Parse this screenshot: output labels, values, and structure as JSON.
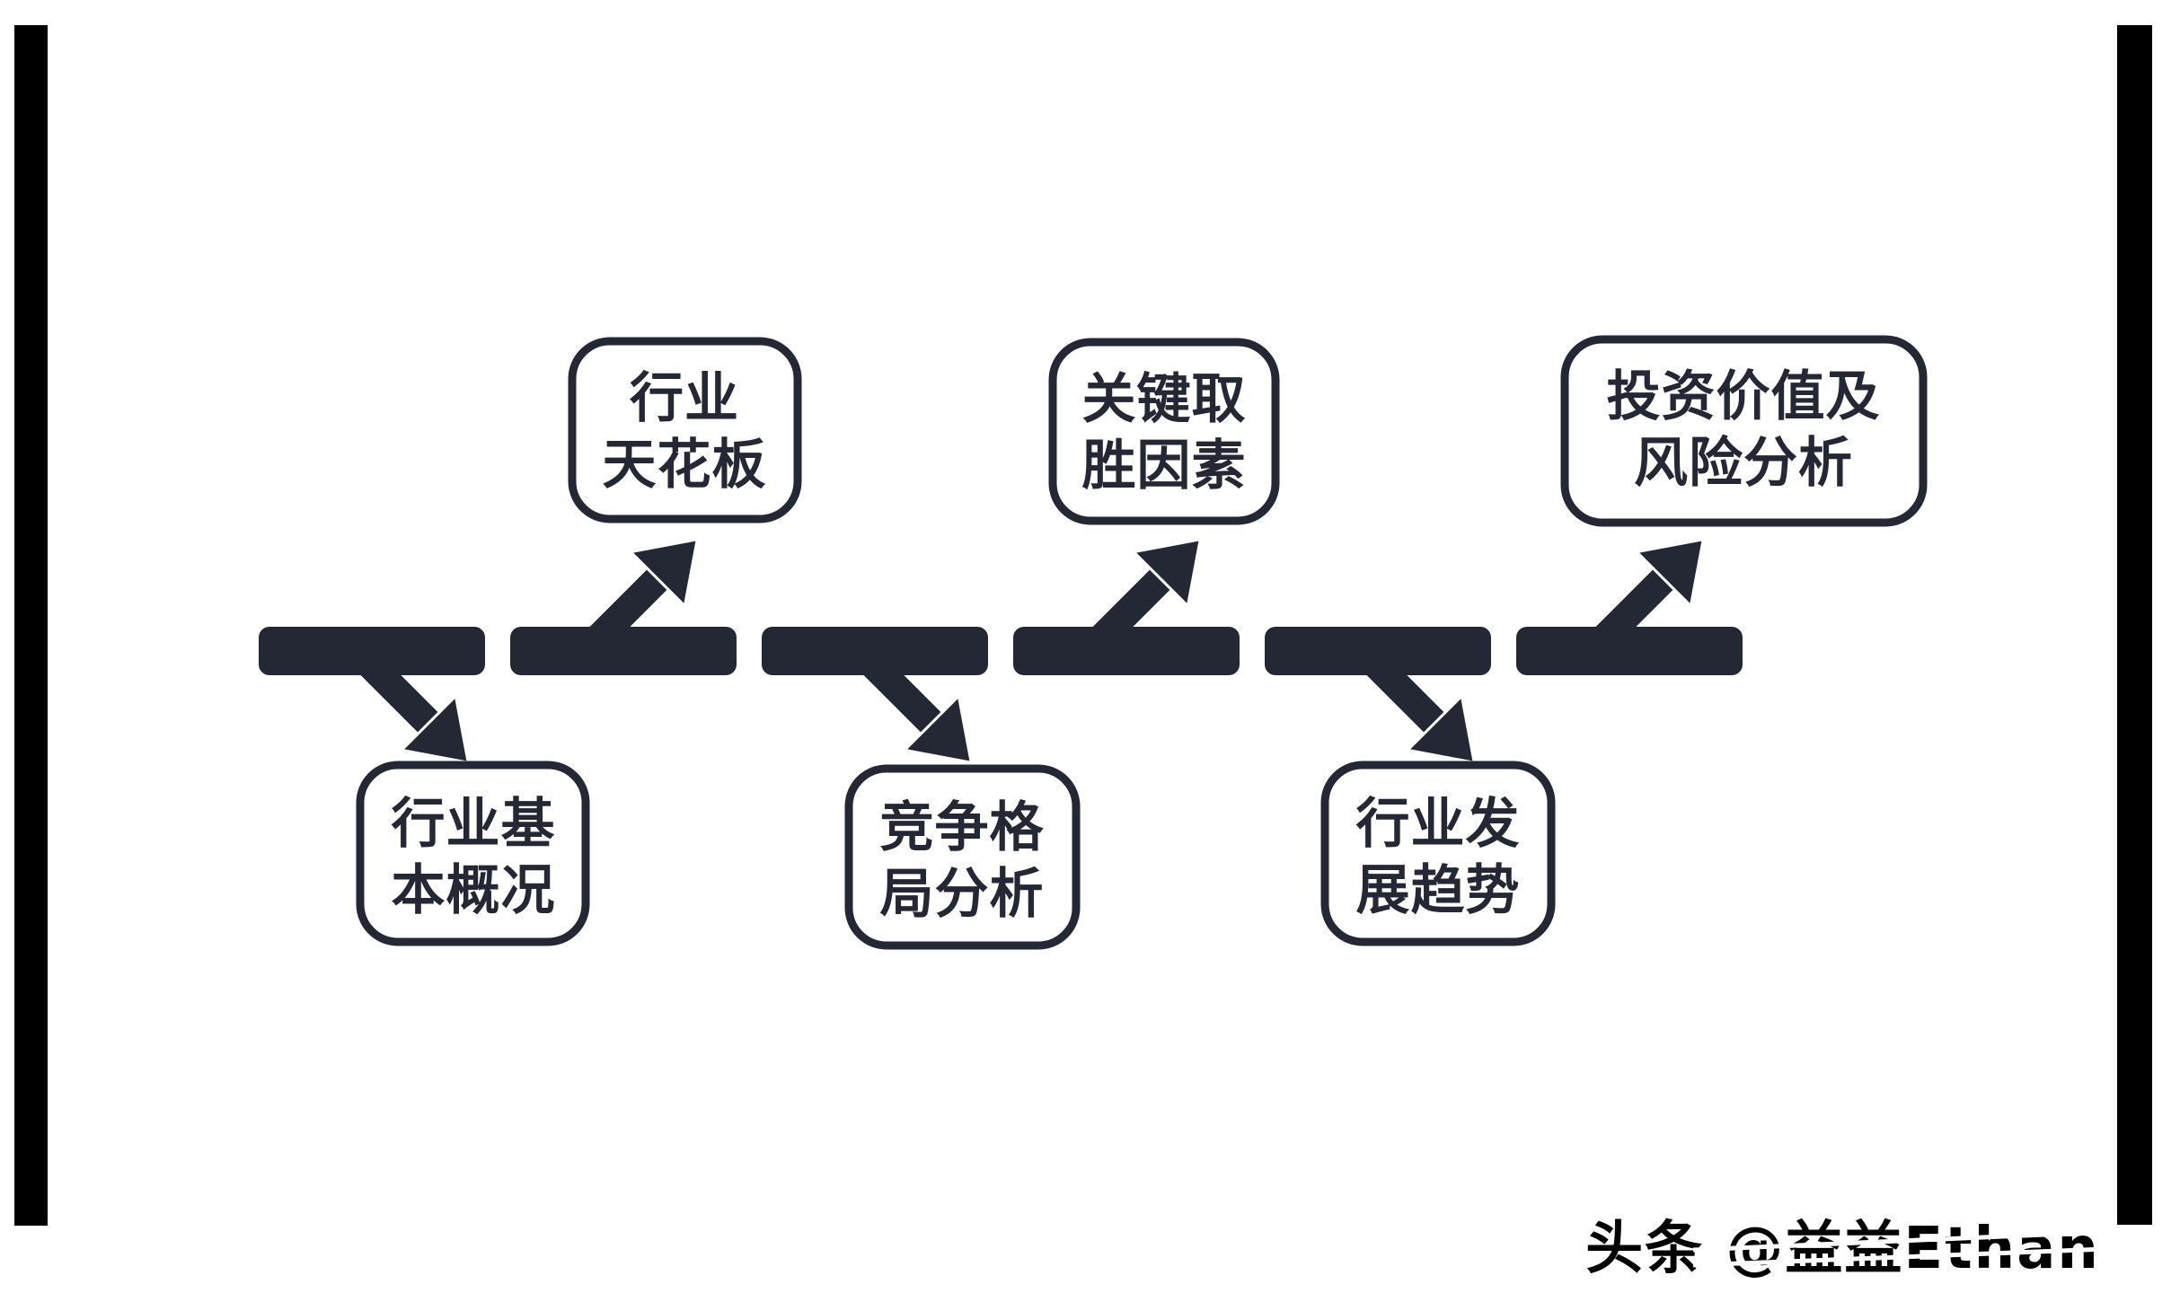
{
  "diagram": {
    "type": "alternating-timeline-flow",
    "steps": [
      {
        "label": "行业基本概况",
        "line1": "行业基",
        "line2": "本概况",
        "position": "below-timeline"
      },
      {
        "label": "行业天花板",
        "line1": "行业",
        "line2": "天花板",
        "position": "above-timeline"
      },
      {
        "label": "竞争格局分析",
        "line1": "竞争格",
        "line2": "局分析",
        "position": "below-timeline"
      },
      {
        "label": "关键取胜因素",
        "line1": "关键取",
        "line2": "胜因素",
        "position": "above-timeline"
      },
      {
        "label": "行业发展趋势",
        "line1": "行业发",
        "line2": "展趋势",
        "position": "below-timeline"
      },
      {
        "label": "投资价值及风险分析",
        "line1": "投资价值及",
        "line2": "风险分析",
        "position": "above-timeline"
      }
    ],
    "timeline_segments": 6,
    "colors": {
      "ink": "#232834",
      "frame_bars": "#000000",
      "background": "#ffffff"
    }
  },
  "watermark": {
    "text": "头条 @益益Ethan"
  }
}
